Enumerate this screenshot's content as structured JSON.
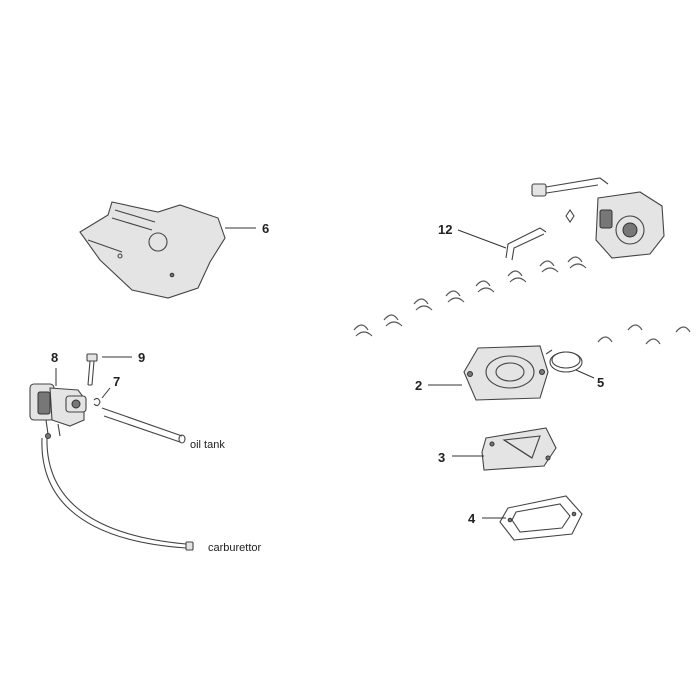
{
  "callouts": {
    "c2": "2",
    "c3": "3",
    "c4": "4",
    "c5": "5",
    "c6": "6",
    "c7": "7",
    "c8": "8",
    "c9": "9",
    "c12": "12"
  },
  "annotations": {
    "oil_tank": "oil tank",
    "carburettor": "carburettor"
  }
}
